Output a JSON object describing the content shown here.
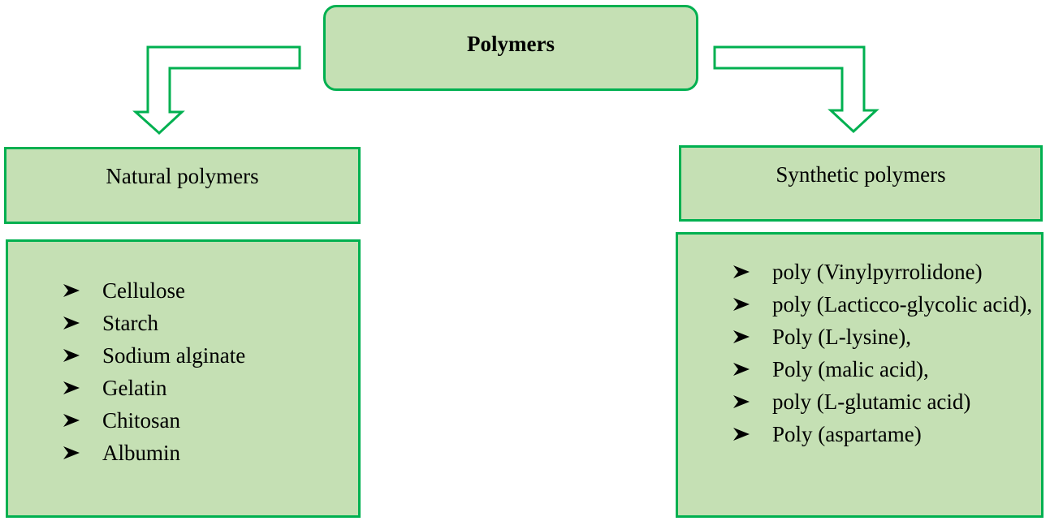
{
  "diagram": {
    "root": {
      "title": "Polymers"
    },
    "branches": [
      {
        "title": "Natural polymers",
        "items": [
          "Cellulose",
          "Starch",
          "Sodium alginate",
          "Gelatin",
          "Chitosan",
          "Albumin"
        ]
      },
      {
        "title": "Synthetic polymers",
        "items": [
          "poly (Vinylpyrrolidone)",
          "poly (Lacticco-glycolic acid),",
          "Poly (L-lysine),",
          "Poly (malic acid),",
          "poly (L-glutamic acid)",
          "Poly (aspartame)"
        ]
      }
    ],
    "bullet_icon": "arrowhead-bullet-icon",
    "connector_icon": "bent-down-arrow-icon",
    "colors": {
      "box_fill": "#c5e0b4",
      "box_border": "#00b050",
      "text": "#000000"
    }
  }
}
